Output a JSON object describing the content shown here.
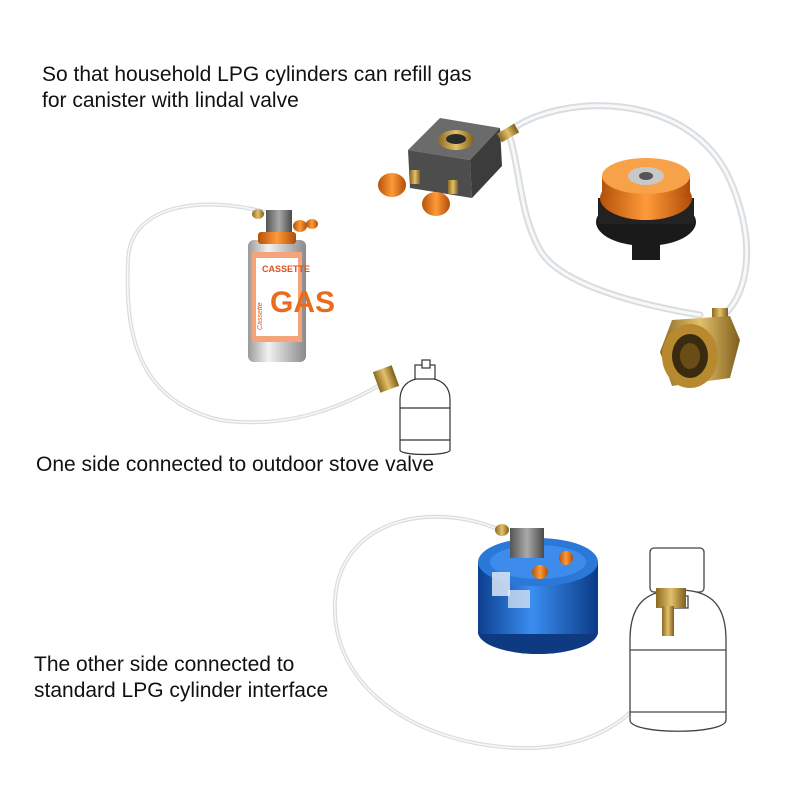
{
  "captions": {
    "top": [
      "So that household LPG cylinders can refill gas",
      "for canister with lindal valve"
    ],
    "middle": [
      "One side connected to outdoor stove valve"
    ],
    "bottom": [
      "The other side connected to",
      "standard LPG cylinder interface"
    ]
  },
  "can_label": {
    "brand": "CASSETTE",
    "big": "GAS",
    "side": "Cassette"
  },
  "colors": {
    "hose": "#e6e9ec",
    "brass": "#c9a24a",
    "orange": "#f07a18",
    "metal": "#8a8a8a",
    "blue_canister": "#1f6fd0"
  }
}
